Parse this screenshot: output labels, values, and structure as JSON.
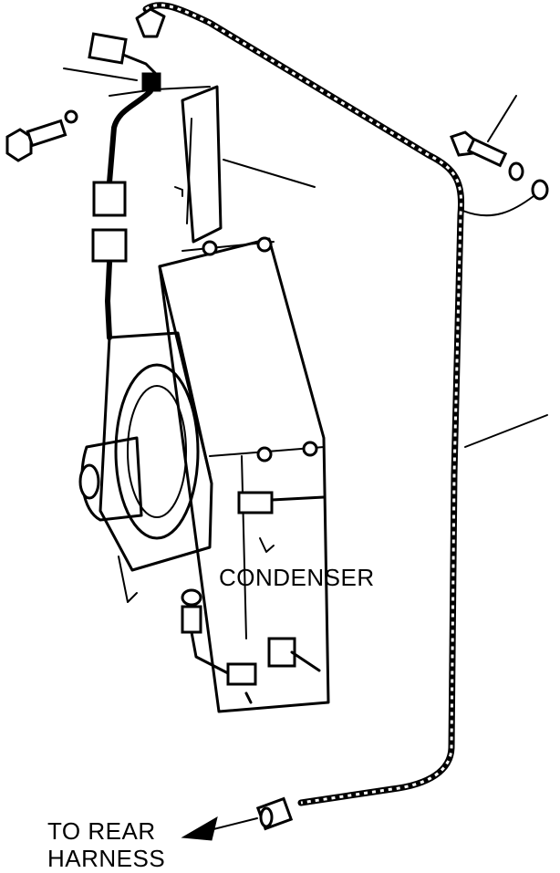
{
  "labels": {
    "condenser": "CONDENSER",
    "to_rear_harness_line1": "TO REAR",
    "to_rear_harness_line2": "HARNESS"
  },
  "colors": {
    "ink": "#000000",
    "background": "#ffffff"
  }
}
